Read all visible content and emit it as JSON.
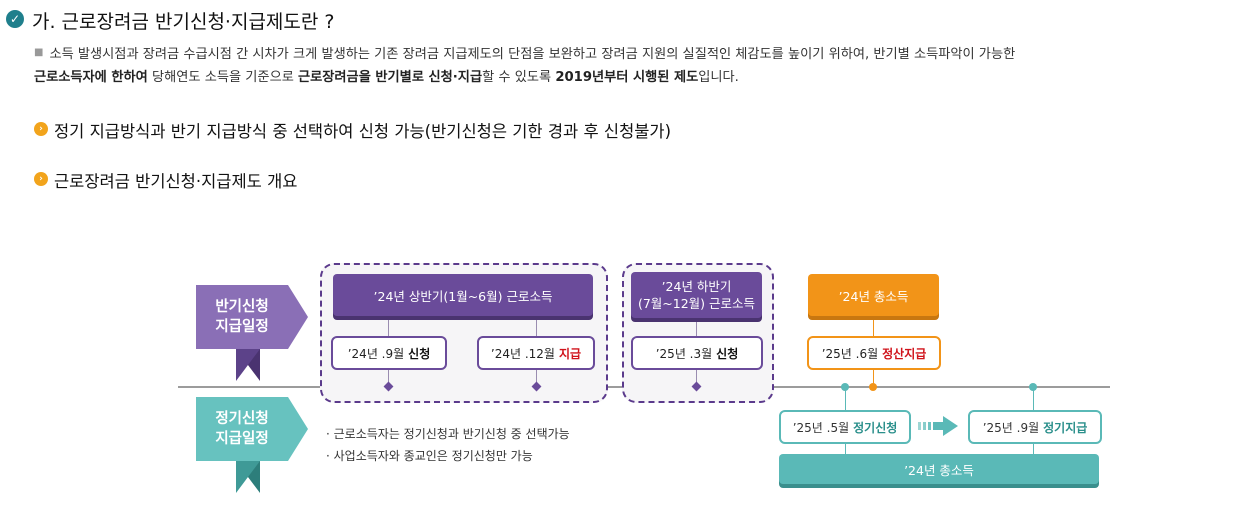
{
  "header": {
    "title": "가. 근로장려금 반기신청·지급제도란 ?"
  },
  "description": {
    "part1": "소득 발생시점과 장려금 수급시점 간 시차가 크게 발생하는 기존 장려금 지급제도의 단점을 보완하고 장려금 지원의 실질적인 체감도를 높이기 위하여, 반기별 소득파악이 가능한",
    "bold1": "근로소득자에 한하여",
    "part2": " 당해연도 소득을 기준으로 ",
    "bold2": "근로장려금을 반기별로 신청·지급",
    "part3": "할 수 있도록 ",
    "bold3": "2019년부터 시행된 제도",
    "part4": "입니다."
  },
  "bullets": [
    "정기 지급방식과 반기 지급방식 중 선택하여 신청 가능(반기신청은 기한 경과 후 신청불가)",
    "근로장려금 반기신청·지급제도 개요"
  ],
  "diagram": {
    "semi_label_line1": "반기신청",
    "semi_label_line2": "지급일정",
    "regular_label_line1": "정기신청",
    "regular_label_line2": "지급일정",
    "first_half_header": "’24년 상반기(1월~6월) 근로소득",
    "second_half_header_line1": "’24년 하반기",
    "second_half_header_line2": "(7월~12월) 근로소득",
    "total_income_header": "’24년 총소득",
    "box1_date": "’24년 .9월",
    "box1_action": "신청",
    "box2_date": "’24년 .12월",
    "box2_action": "지급",
    "box3_date": "’25년 .3월",
    "box3_action": "신청",
    "box4_date": "’25년 .6월",
    "box4_action": "정산지급",
    "regular_apply_date": "’25년 .5월",
    "regular_apply_action": "정기신청",
    "regular_pay_date": "’25년 .9월",
    "regular_pay_action": "정기지급",
    "regular_total": "’24년 총소득",
    "notes": [
      "· 근로소득자는 정기신청과 반기신청 중 선택가능",
      "· 사업소득자와 종교인은 정기신청만 가능"
    ]
  }
}
